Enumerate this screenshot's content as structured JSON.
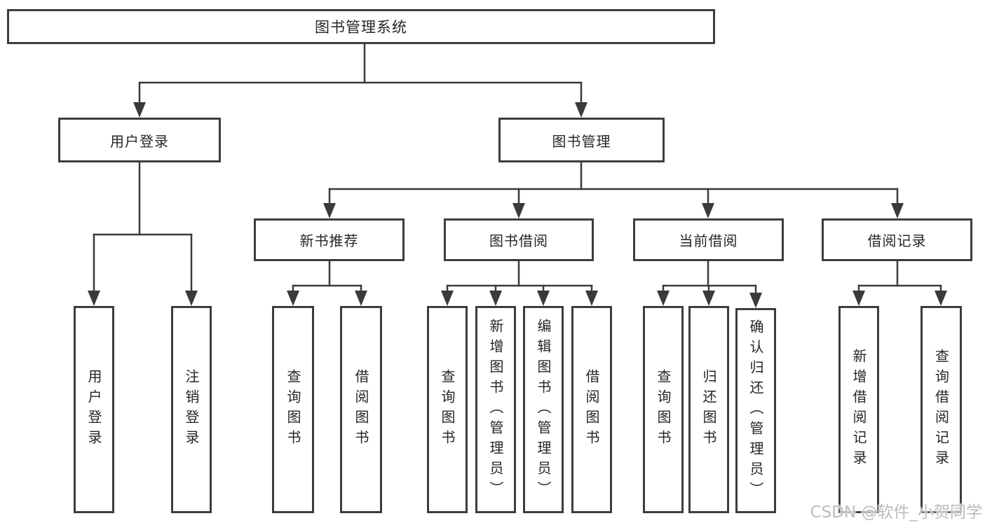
{
  "page": {
    "background": "#ffffff",
    "line_color": "#3a3a3a",
    "box_border_color": "#3d3d3d"
  },
  "diagram": {
    "root": {
      "label": "图书管理系统"
    },
    "level2": [
      {
        "id": "user-login",
        "label": "用户登录"
      },
      {
        "id": "book-management",
        "label": "图书管理"
      }
    ],
    "level3": [
      {
        "id": "new-book-recommend",
        "label": "新书推荐",
        "parent": "图书管理"
      },
      {
        "id": "book-borrowing",
        "label": "图书借阅",
        "parent": "图书管理"
      },
      {
        "id": "current-borrowing",
        "label": "当前借阅",
        "parent": "图书管理"
      },
      {
        "id": "borrowing-records",
        "label": "借阅记录",
        "parent": "图书管理"
      }
    ],
    "leaves": [
      {
        "label": "用户登录",
        "parent": "用户登录"
      },
      {
        "label": "注销登录",
        "parent": "用户登录"
      },
      {
        "label": "查询图书",
        "parent": "新书推荐"
      },
      {
        "label": "借阅图书",
        "parent": "新书推荐"
      },
      {
        "label": "查询图书",
        "parent": "图书借阅"
      },
      {
        "label": "新增图书（管理员）",
        "parent": "图书借阅"
      },
      {
        "label": "编辑图书（管理员）",
        "parent": "图书借阅"
      },
      {
        "label": "借阅图书",
        "parent": "图书借阅"
      },
      {
        "label": "查询图书",
        "parent": "当前借阅"
      },
      {
        "label": "归还图书",
        "parent": "当前借阅"
      },
      {
        "label": "确认归还（管理员）",
        "parent": "当前借阅"
      },
      {
        "label": "新增借阅记录",
        "parent": "借阅记录"
      },
      {
        "label": "查询借阅记录",
        "parent": "借阅记录"
      }
    ]
  },
  "watermark": {
    "text": "CSDN @软件_小贺同学",
    "color": "#bcbcbc"
  }
}
